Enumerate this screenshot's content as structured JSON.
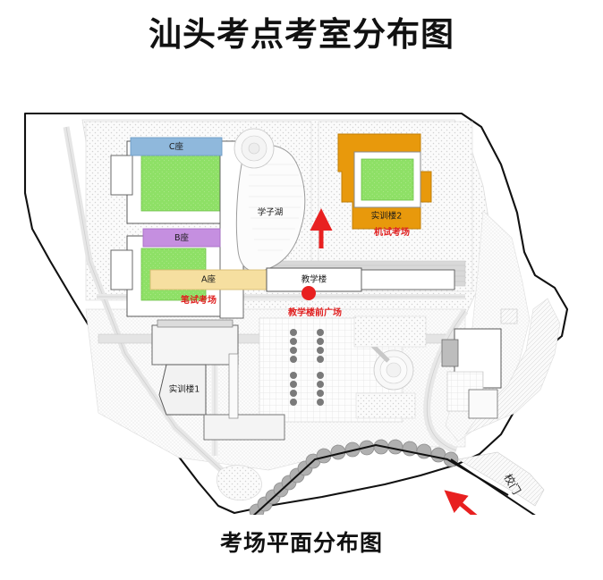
{
  "title": "汕头考点考室分布图",
  "caption": "考场平面分布图",
  "map": {
    "buildings": [
      {
        "id": "c-block",
        "label": "C座",
        "color": "#8fb8dc"
      },
      {
        "id": "b-block",
        "label": "B座",
        "color": "#c58fe0"
      },
      {
        "id": "a-block",
        "label": "A座",
        "color": "#f6dfa0"
      },
      {
        "id": "teaching",
        "label": "教学楼",
        "color": "#ffffff"
      },
      {
        "id": "training-2",
        "label": "实训楼2",
        "color": "#e8990c"
      },
      {
        "id": "training-1",
        "label": "实训楼1",
        "color": "#f2f2f2"
      }
    ],
    "features": [
      {
        "id": "lake",
        "label": "学子湖"
      },
      {
        "id": "plaza",
        "label": "教学楼前广场"
      },
      {
        "id": "gate",
        "label": "校门"
      }
    ],
    "venues": [
      {
        "id": "written-exam",
        "label": "笔试考场",
        "color": "#e02020"
      },
      {
        "id": "computer-exam",
        "label": "机试考场",
        "color": "#e02020"
      }
    ],
    "markers": [
      {
        "id": "assembly-point",
        "name": "red-dot-marker",
        "color": "#e82020"
      },
      {
        "id": "route-arrow-lake",
        "name": "up-arrow-icon",
        "color": "#e82020"
      },
      {
        "id": "route-arrow-gate",
        "name": "entry-arrow-icon",
        "color": "#e82020"
      }
    ],
    "palette": {
      "boundary": "#111111",
      "road": "#d7d7d7",
      "green": "#8ee066",
      "tree": "#a8a8a8",
      "hatch": "#cfcfcf",
      "building_outline": "#555555"
    }
  }
}
